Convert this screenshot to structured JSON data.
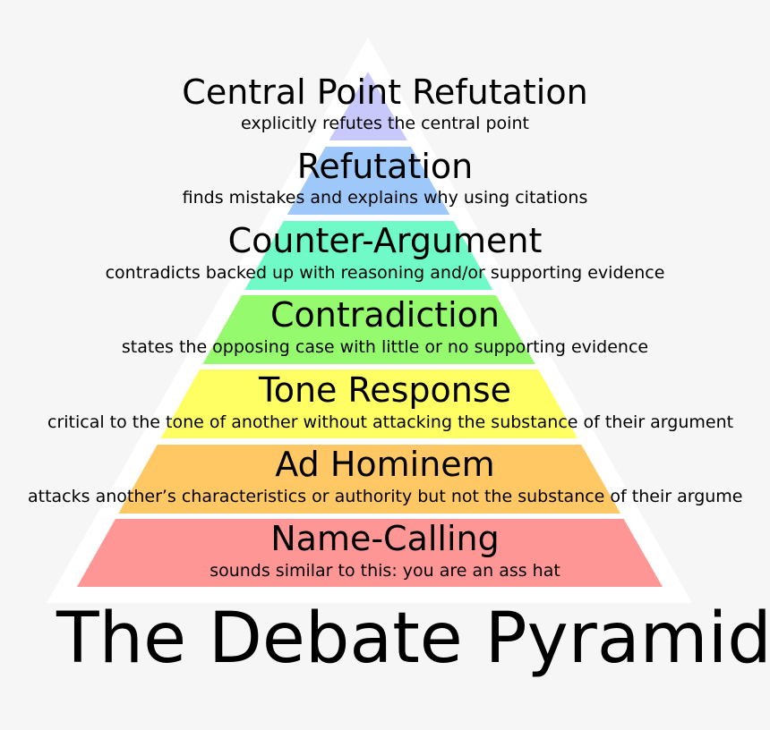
{
  "title": "The Debate Pyramid",
  "tiers": [
    {
      "name": "Central Point Refutation",
      "description": "explicitly refutes the central point",
      "color": "#c8c8fa"
    },
    {
      "name": "Refutation",
      "description": "finds mistakes and explains why using citations",
      "color": "#9fc8fa"
    },
    {
      "name": "Counter-Argument",
      "description": "contradicts backed up with reasoning and/or supporting evidence",
      "color": "#6ffac8"
    },
    {
      "name": "Contradiction",
      "description": "states the opposing case with little or no supporting evidence",
      "color": "#96fa6e"
    },
    {
      "name": "Tone Response",
      "description": "critical to the tone of another without attacking the substance of their argument",
      "color": "#ffff64"
    },
    {
      "name": "Ad Hominem",
      "description": "attacks another’s characteristics or authority but not the substance of their argument",
      "color": "#ffc864"
    },
    {
      "name": "Name-Calling",
      "description": "sounds similar to this: you are an ass hat",
      "color": "#ff9696"
    }
  ],
  "colors": {
    "background": "#f6f6f6",
    "outline": "#ffffff",
    "text": "#000000"
  }
}
